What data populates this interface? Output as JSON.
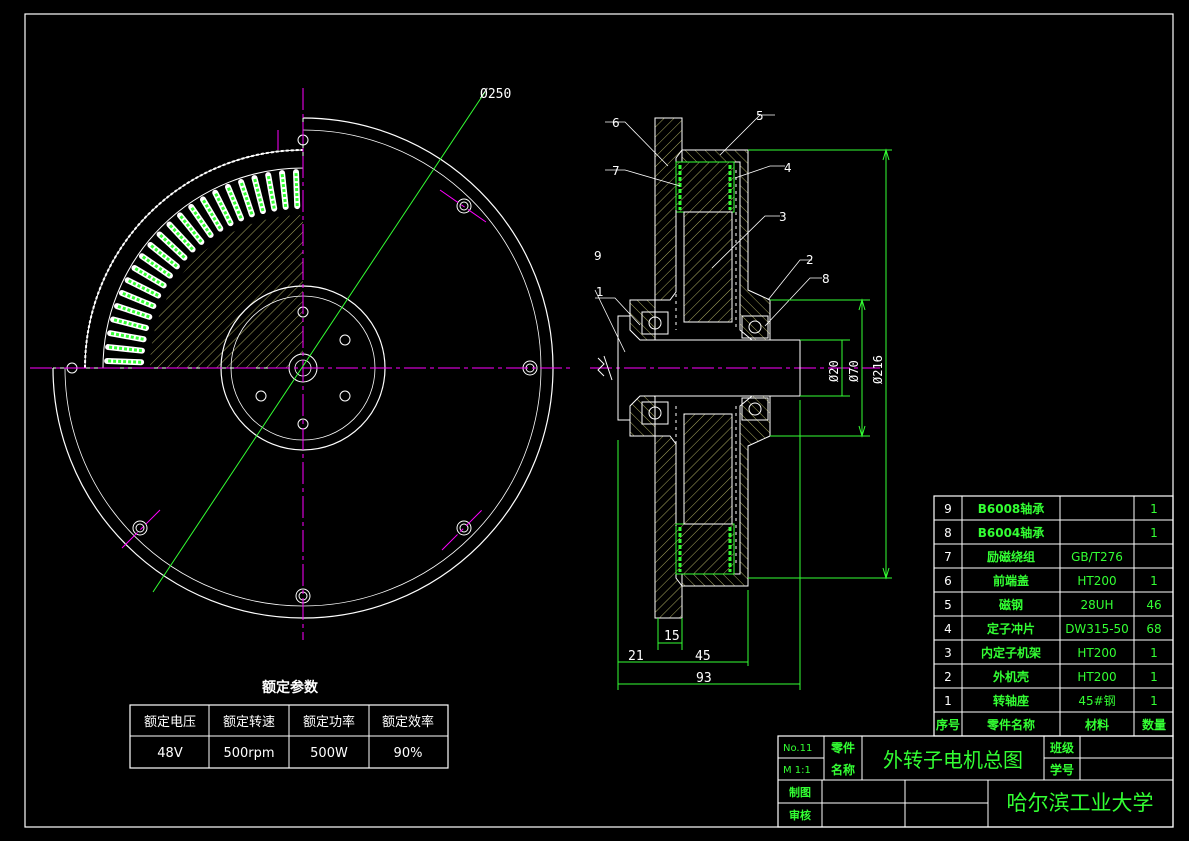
{
  "colors": {
    "background": "#000000",
    "line": "#ffffff",
    "text_green": "#33ff33",
    "centerline": "#ff00ff",
    "hatch": "#b8b860",
    "dimension": "#33ff33"
  },
  "front_view": {
    "diameter_label": "Ø250"
  },
  "section_view": {
    "balloons": [
      "1",
      "2",
      "3",
      "4",
      "5",
      "6",
      "7",
      "8",
      "9"
    ],
    "dims": {
      "d20": "Ø20",
      "d70": "Ø70",
      "d216": "Ø216",
      "w15": "15",
      "w21": "21",
      "w45": "45",
      "w93": "93"
    }
  },
  "rated_params": {
    "title": "额定参数",
    "headers": [
      "额定电压",
      "额定转速",
      "额定功率",
      "额定效率"
    ],
    "values": [
      "48V",
      "500rpm",
      "500W",
      "90%"
    ]
  },
  "bom": {
    "rows": [
      {
        "no": "9",
        "name": "B6008轴承",
        "material": "",
        "qty": "1"
      },
      {
        "no": "8",
        "name": "B6004轴承",
        "material": "",
        "qty": "1"
      },
      {
        "no": "7",
        "name": "励磁绕组",
        "material": "GB/T276",
        "qty": ""
      },
      {
        "no": "6",
        "name": "前端盖",
        "material": "HT200",
        "qty": "1"
      },
      {
        "no": "5",
        "name": "磁钢",
        "material": "28UH",
        "qty": "46"
      },
      {
        "no": "4",
        "name": "定子冲片",
        "material": "DW315-50",
        "qty": "68"
      },
      {
        "no": "3",
        "name": "内定子机架",
        "material": "HT200",
        "qty": "1"
      },
      {
        "no": "2",
        "name": "外机壳",
        "material": "HT200",
        "qty": "1"
      },
      {
        "no": "1",
        "name": "转轴座",
        "material": "45#钢",
        "qty": "1"
      }
    ],
    "header": {
      "no": "序号",
      "name": "零件名称",
      "material": "材料",
      "qty": "数量"
    }
  },
  "title_block": {
    "no_label": "No.11",
    "scale_label": "M 1:1",
    "part_name_label_1": "零件",
    "part_name_label_2": "名称",
    "drawing_title": "外转子电机总图",
    "class_label": "班级",
    "student_no_label": "学号",
    "drawn_label": "制图",
    "checked_label": "审核",
    "school": "哈尔滨工业大学"
  }
}
